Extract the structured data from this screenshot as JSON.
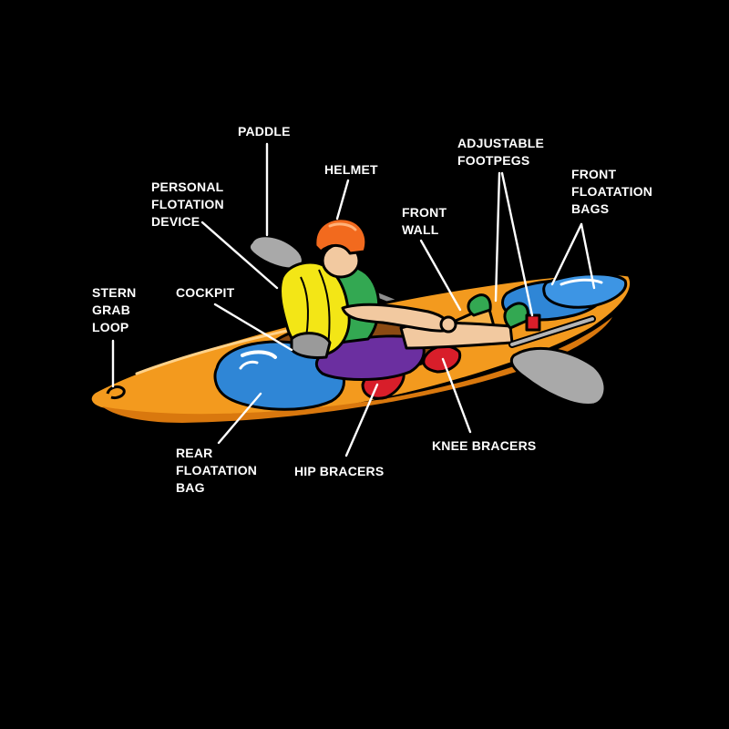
{
  "labels": {
    "paddle": [
      "PADDLE"
    ],
    "helmet": [
      "HELMET"
    ],
    "pfd": [
      "PERSONAL",
      "FLOTATION",
      "DEVICE"
    ],
    "footpegs": [
      "ADJUSTABLE",
      "FOOTPEGS"
    ],
    "front_bags": [
      "FRONT",
      "FLOATATION",
      "BAGS"
    ],
    "front_wall": [
      "FRONT",
      "WALL"
    ],
    "stern_loop": [
      "STERN",
      "GRAB",
      "LOOP"
    ],
    "cockpit": [
      "COCKPIT"
    ],
    "rear_bag": [
      "REAR",
      "FLOATATION",
      "BAG"
    ],
    "hip_bracers": [
      "HIP BRACERS"
    ],
    "knee_bracers": [
      "KNEE BRACERS"
    ]
  },
  "colors": {
    "background": "#000000",
    "hull": "#F39A1E",
    "hull_shade": "#D9780E",
    "float_bag": "#2F86D6",
    "helmet": "#F26A1E",
    "pfd": "#F3E616",
    "shirt": "#33A852",
    "shorts": "#6B2FA0",
    "bracers": "#D81E2A",
    "paddle": "#A9A9A9",
    "skin": "#F2C9A0",
    "label": "#FFFFFF"
  }
}
